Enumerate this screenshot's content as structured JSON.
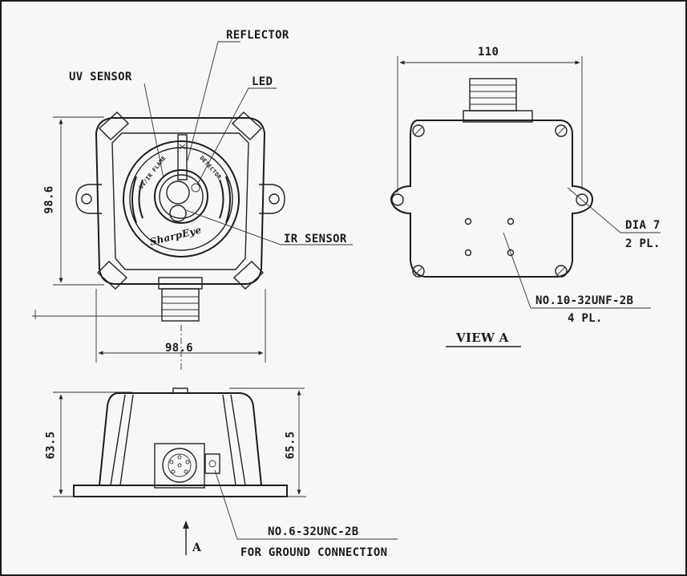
{
  "labels": {
    "reflector": "REFLECTOR",
    "uv_sensor": "UV SENSOR",
    "led": "LED",
    "ir_sensor": "IR SENSOR",
    "dia": "DIA 7",
    "dia_qty": "2 PL.",
    "thread_top": "NO.10-32UNF-2B",
    "thread_top_qty": "4 PL.",
    "view_a": "VIEW A",
    "thread_ground": "NO.6-32UNC-2B",
    "ground": "FOR GROUND CONNECTION",
    "arrow_a": "A"
  },
  "dimensions": {
    "front_height": "98.6",
    "front_width": "98.6",
    "view_a_width": "110",
    "side_left_height": "63.5",
    "side_right_height": "65.5"
  },
  "face_text": {
    "uv_flame": "UV/IR FLAME",
    "detector": "DETECTOR",
    "brand": "SharpEye"
  }
}
